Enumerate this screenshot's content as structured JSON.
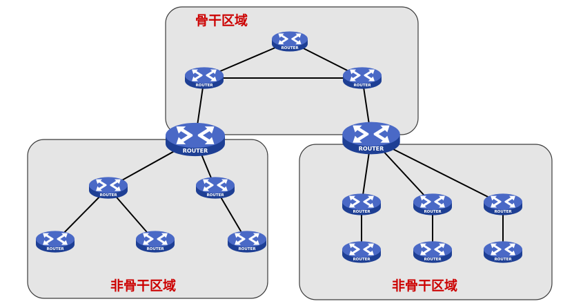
{
  "colors": {
    "area_fill": "#e5e5e5",
    "area_stroke": "#3a3a3a",
    "label": "#cc0000",
    "router_top": "#4a69c6",
    "router_side": "#1e3f94",
    "link": "#000000"
  },
  "icons": {
    "router": "router-icon"
  },
  "areas": [
    {
      "id": "backbone",
      "label": "骨干区域"
    },
    {
      "id": "left",
      "label": "非骨干区域"
    },
    {
      "id": "right",
      "label": "非骨干区域"
    }
  ],
  "router_label": "ROUTER"
}
